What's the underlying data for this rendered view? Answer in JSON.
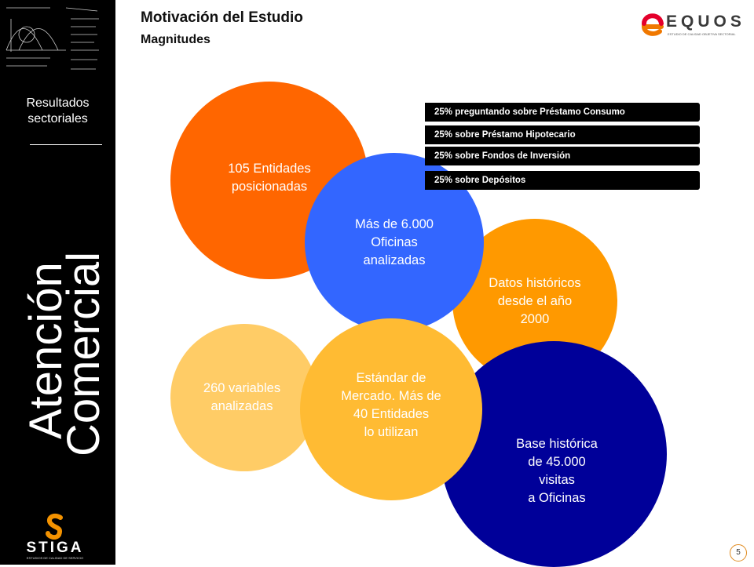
{
  "sidebar": {
    "section_label": "Resultados\nsectoriales",
    "vertical_line1": "Atención",
    "vertical_line2": "Comercial",
    "brand": "STIGA",
    "brand_sub": "ESTUDIOS DE CALIDAD DE SERVICIO"
  },
  "header": {
    "title": "Motivación del Estudio",
    "subtitle": "Magnitudes",
    "logo_name": "EQUOS",
    "logo_sub": "ESTUDIO DE CALIDAD OBJETIVA SECTORIAL"
  },
  "circles": {
    "entities": "105 Entidades\nposicionadas",
    "offices": "Más de 6.000\nOficinas\nanalizadas",
    "historical": "Datos históricos\ndesde el año\n2000",
    "visits": "Base histórica\nde 45.000\nvisitas\na Oficinas",
    "variables": "260 variables\nanalizadas",
    "standard": "Estándar de\nMercado. Más de\n40 Entidades\nlo utilizan"
  },
  "notes": [
    "25% preguntando sobre Préstamo  Consumo",
    "25% sobre Préstamo  Hipotecario",
    "25% sobre Fondos de Inversión",
    "25% sobre Depósitos"
  ],
  "page_number": "5",
  "colors": {
    "orange": "#ff6600",
    "blue": "#3366ff",
    "amber": "#ff9900",
    "navy": "#000099",
    "light_orange": "#ffcc66",
    "gold": "#ffbb33"
  }
}
